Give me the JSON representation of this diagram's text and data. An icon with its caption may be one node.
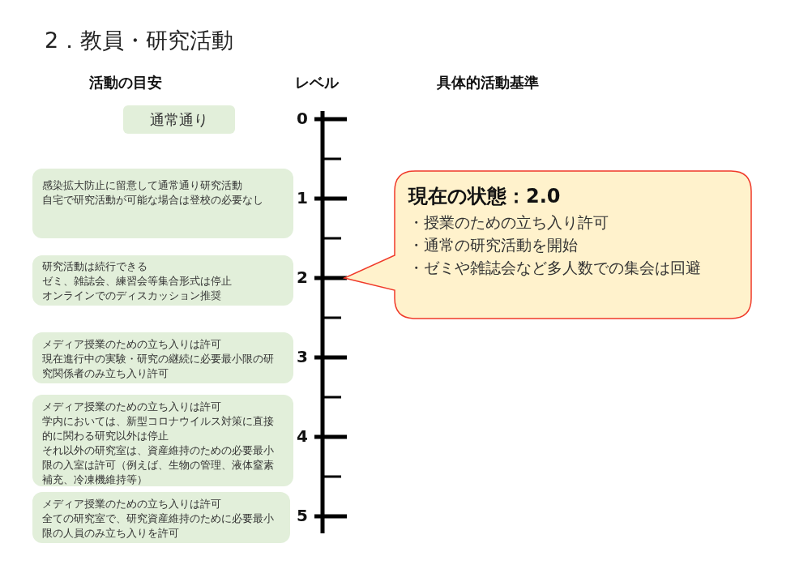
{
  "diagram": {
    "title": "2．教員・研究活動",
    "nodes": [
      {
        "text": [
          "通常通り"
        ]
      },
      {
        "text": [
          "感染拡大防止に留意して通常通り研究活動",
          "自宅で研究活動が可能な場合は登校の必要なし"
        ]
      },
      {
        "text": [
          "研究活動は続行できる",
          "ゼミ、雑誌会、練習会等集合形式は停止",
          "オンラインでのディスカッション推奨"
        ]
      },
      {
        "text": [
          "メディア授業のための立ち入りは許可",
          "現在進行中の実験・研究の継続に必要最小限の研究関係者のみ立ち入り許可"
        ]
      },
      {
        "text": [
          "メディア授業のための立ち入りは許可",
          "学内においては、新型コロナウイルス対策に直接的に関わる研究以外は停止",
          "それ以外の研究室は、資産維持のための必要最小限の入室は許可（例えば、生物の管理、液体窒素補充、冷凍機維持等）"
        ]
      },
      {
        "text": [
          "メディア授業のための立ち入りは許可",
          "全ての研究室で、研究資産維持のために必要最小限の人員のみ立ち入りを許可"
        ]
      },
      {
        "text": [
          "現在の状態：2.0",
          "・授業のための立ち入り許可",
          "・通常の研究活動を開始",
          "・ゼミや雑誌会など多人数での集会は回避"
        ]
      }
    ],
    "labels": [
      "活動の目安",
      "レベル",
      "具体的活動基準",
      "0",
      "1",
      "2",
      "3",
      "4",
      "5"
    ]
  }
}
